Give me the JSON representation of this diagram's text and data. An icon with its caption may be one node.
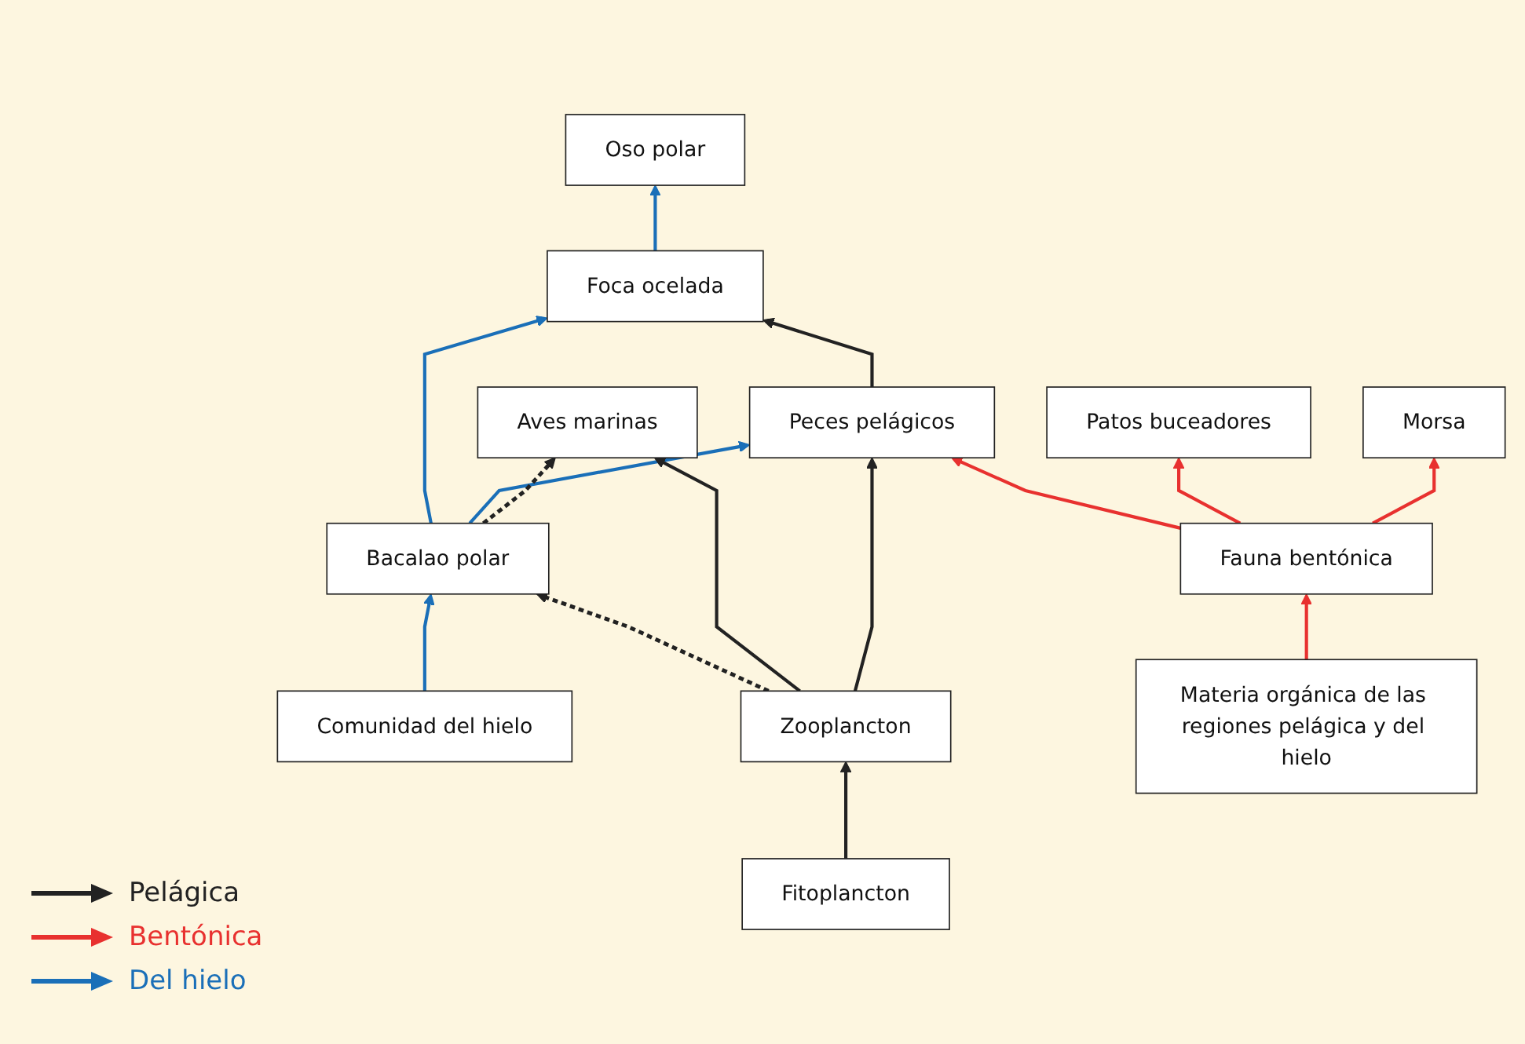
{
  "diagram": {
    "nodes": [
      {
        "text": [
          "Aves marinas"
        ]
      },
      {
        "text": [
          "Oso polar"
        ]
      },
      {
        "text": [
          "Patos buceadores"
        ]
      },
      {
        "text": [
          "Comunidad del hielo"
        ]
      },
      {
        "text": [
          "Fitoplancton"
        ]
      },
      {
        "text": [
          "Foca ocelada"
        ]
      },
      {
        "text": [
          "Zooplancton"
        ]
      },
      {
        "text": [
          "Morsa"
        ]
      },
      {
        "text": [
          "Bacalao polar"
        ]
      },
      {
        "text": [
          "Peces pelágicos"
        ]
      },
      {
        "text": [
          "Fauna bentónica"
        ]
      },
      {
        "text": [
          "Materia orgánica de las regiones pelágica y del hielo"
        ]
      }
    ],
    "edges": [
      {
        "from": 3,
        "to": 8,
        "arrow": "to",
        "color": "#1a6fb8"
      },
      {
        "from": 8,
        "to": 5,
        "arrow": "to",
        "color": "#1a6fb8"
      },
      {
        "from": 5,
        "to": 1,
        "arrow": "to",
        "color": "#1a6fb8"
      },
      {
        "from": 8,
        "to": 9,
        "arrow": "to",
        "color": "#1a6fb8"
      },
      {
        "from": 8,
        "to": 0,
        "arrow": "to",
        "style": "dashed"
      },
      {
        "from": 6,
        "to": 8,
        "arrow": "to",
        "style": "dashed"
      },
      {
        "from": 6,
        "to": 0,
        "arrow": "to"
      },
      {
        "from": 4,
        "to": 6,
        "arrow": "to"
      },
      {
        "from": 6,
        "to": 9,
        "arrow": "to"
      },
      {
        "from": 9,
        "to": 5,
        "arrow": "to"
      },
      {
        "from": 10,
        "to": 9,
        "arrow": "to",
        "color": "#e8312f"
      },
      {
        "from": 10,
        "to": 2,
        "arrow": "to",
        "color": "#e8312f"
      },
      {
        "from": 10,
        "to": 7,
        "arrow": "to",
        "color": "#e8312f"
      },
      {
        "from": 11,
        "to": 10,
        "arrow": "to",
        "color": "#e8312f"
      }
    ],
    "legend": [
      {
        "text": "Pelágica"
      },
      {
        "text": "Bentónica"
      },
      {
        "text": "Del hielo"
      }
    ]
  }
}
